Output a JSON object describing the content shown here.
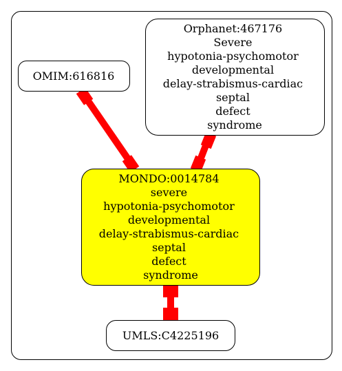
{
  "colors": {
    "edge": "#ff0000",
    "highlight_fill": "#ffff00",
    "node_fill": "#ffffff",
    "stroke": "#000000",
    "background": "#ffffff"
  },
  "nodes": {
    "omim": {
      "label_lines": [
        "OMIM:616816"
      ]
    },
    "orphanet": {
      "label_lines": [
        "Orphanet:467176",
        "Severe",
        "hypotonia-psychomotor",
        "developmental",
        "delay-strabismus-cardiac",
        "septal",
        "defect",
        "syndrome"
      ]
    },
    "mondo": {
      "label_lines": [
        "MONDO:0014784",
        "severe",
        "hypotonia-psychomotor",
        "developmental",
        "delay-strabismus-cardiac",
        "septal",
        "defect",
        "syndrome"
      ]
    },
    "umls": {
      "label_lines": [
        "UMLS:C4225196"
      ]
    }
  },
  "edges": [
    {
      "from": "omim",
      "to": "mondo"
    },
    {
      "from": "orphanet",
      "to": "mondo"
    },
    {
      "from": "mondo",
      "to": "umls"
    }
  ]
}
